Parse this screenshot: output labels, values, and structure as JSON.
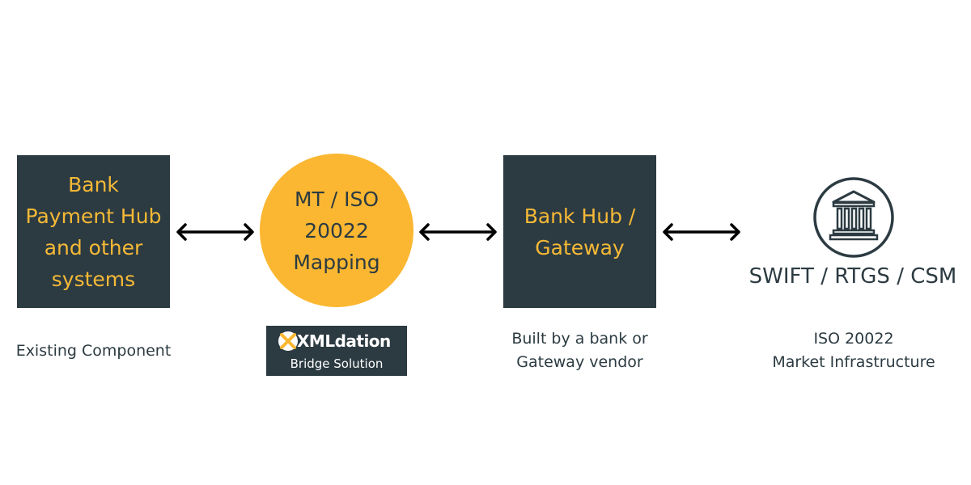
{
  "nodes": {
    "hub": {
      "label": "Bank\nPayment Hub\nand other\nsystems",
      "caption": "Existing Component"
    },
    "mapping": {
      "label": "MT / ISO\n20022\nMapping"
    },
    "gateway": {
      "label": "Bank Hub /\nGateway",
      "caption": "Built by a bank or\nGateway vendor"
    },
    "market": {
      "label": "SWIFT / RTGS / CSM",
      "caption": "ISO 20022\nMarket Infrastructure",
      "icon": "bank-building-icon"
    }
  },
  "badge": {
    "brand": "XMLdation",
    "subtitle": "Bridge Solution",
    "logo_icon": "xmldation-logo-icon"
  },
  "connectors": {
    "icon": "double-headed-arrow-icon"
  },
  "colors": {
    "dark": "#2c3b42",
    "accent": "#f6b936",
    "circle": "#fbb731",
    "background": "#ffffff"
  }
}
